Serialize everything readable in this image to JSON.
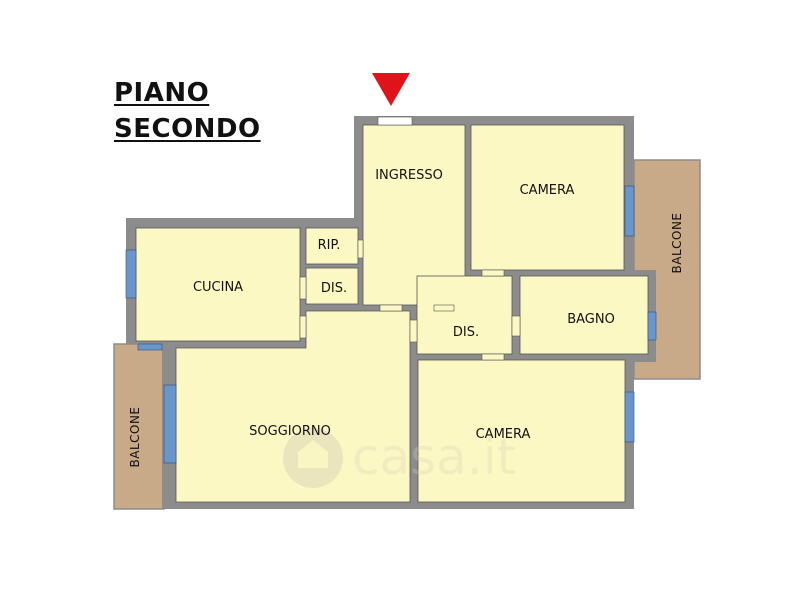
{
  "title": {
    "line1": "PIANO",
    "line2": "SECONDO"
  },
  "rooms": {
    "ingresso": "INGRESSO",
    "camera_top": "CAMERA",
    "rip": "RIP.",
    "cucina": "CUCINA",
    "dis_left": "DIS.",
    "dis_center": "DIS.",
    "bagno": "BAGNO",
    "soggiorno": "SOGGIORNO",
    "camera_bottom": "CAMERA"
  },
  "balconies": {
    "right": "BALCONE",
    "left": "BALCONE"
  },
  "watermark": {
    "text": "casa.it"
  },
  "colors": {
    "room_fill": "#fcf8c4",
    "wall": "#8c8c8c",
    "balcony": "#c9aa88",
    "window": "#6a96c9",
    "entrance_marker": "#e0131a"
  }
}
